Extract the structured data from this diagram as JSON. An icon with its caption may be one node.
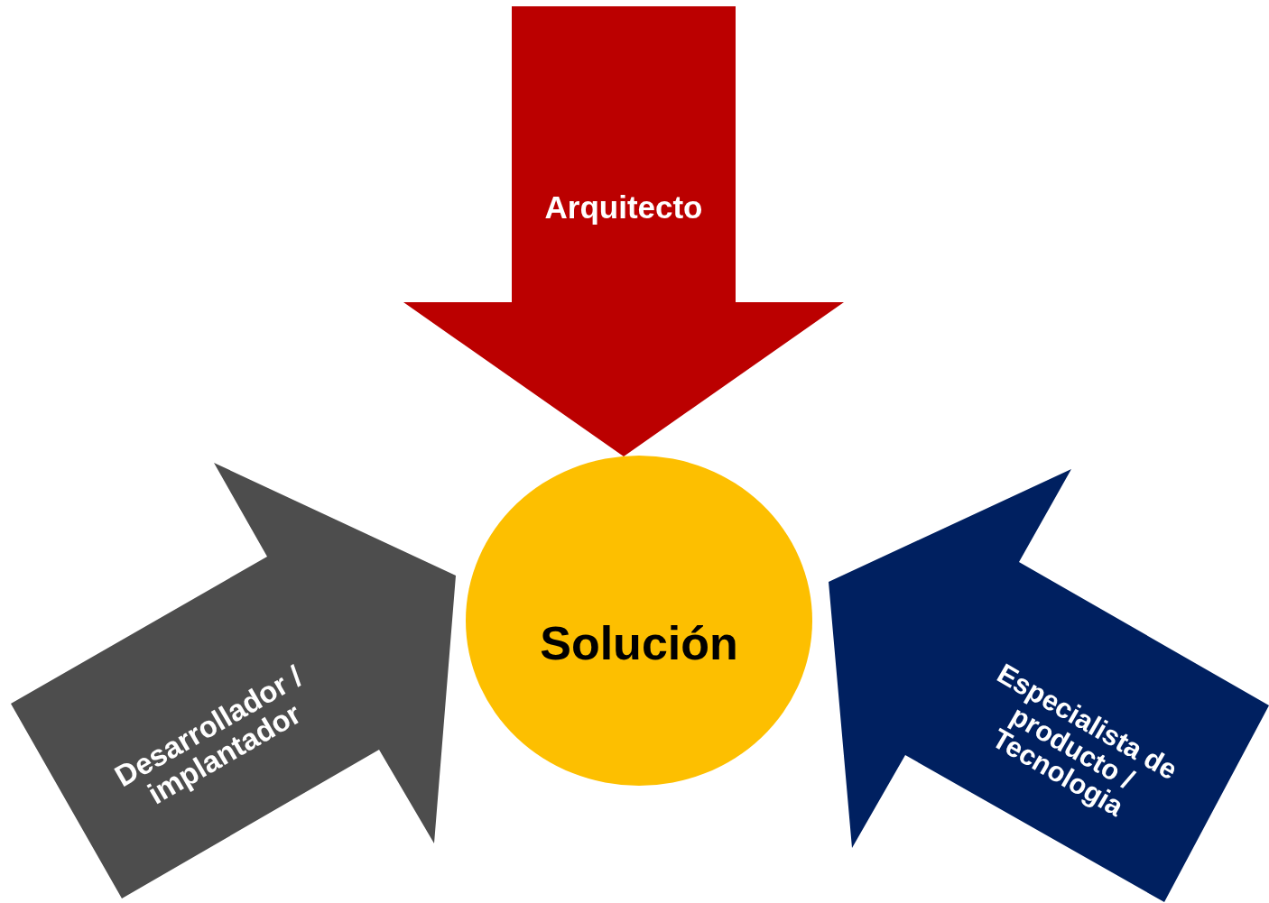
{
  "diagram": {
    "nodes": [
      {
        "text": [
          "Arquitecto"
        ]
      },
      {
        "text": [
          "Desarrollador / implantador"
        ]
      },
      {
        "text": [
          "Especialista de producto / Tecnologia"
        ]
      },
      {
        "text": [
          "Solución"
        ]
      }
    ]
  }
}
